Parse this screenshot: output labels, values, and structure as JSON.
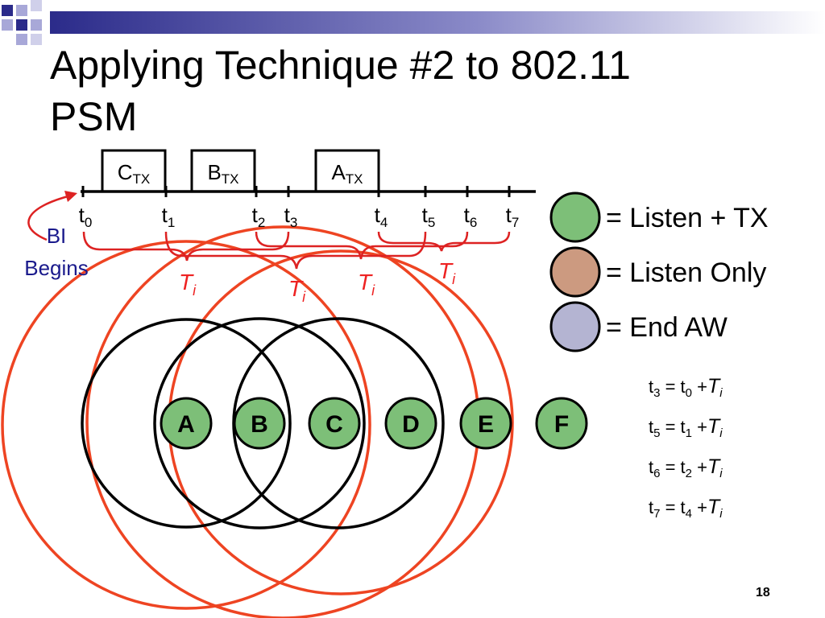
{
  "slide": {
    "title_line1": "Applying Technique #2 to 802.11",
    "title_line2": "PSM",
    "page_number": "18"
  },
  "timeline": {
    "ticks": [
      {
        "base": "t",
        "sub": "0"
      },
      {
        "base": "t",
        "sub": "1"
      },
      {
        "base": "t",
        "sub": "2"
      },
      {
        "base": "t",
        "sub": "3"
      },
      {
        "base": "t",
        "sub": "4"
      },
      {
        "base": "t",
        "sub": "5"
      },
      {
        "base": "t",
        "sub": "6"
      },
      {
        "base": "t",
        "sub": "7"
      }
    ],
    "tx_boxes": [
      {
        "base": "C",
        "sub": "TX"
      },
      {
        "base": "B",
        "sub": "TX"
      },
      {
        "base": "A",
        "sub": "TX"
      }
    ],
    "bi_label_line1": "BI",
    "bi_label_line2": "Begins",
    "interval_label": {
      "base": "T",
      "sub": "i"
    }
  },
  "nodes": [
    "A",
    "B",
    "C",
    "D",
    "E",
    "F"
  ],
  "legend": [
    {
      "label": "= Listen + TX",
      "color": "#7dbf78"
    },
    {
      "label": "= Listen Only",
      "color": "#cc9a80"
    },
    {
      "label": "= End AW",
      "color": "#b4b4d2"
    }
  ],
  "equations": [
    {
      "lhs_sub": "3",
      "rhs_sub": "0"
    },
    {
      "lhs_sub": "5",
      "rhs_sub": "1"
    },
    {
      "lhs_sub": "6",
      "rhs_sub": "2"
    },
    {
      "lhs_sub": "7",
      "rhs_sub": "4"
    }
  ],
  "equation_parts": {
    "t": "t",
    "eq": " = ",
    "plus": " +",
    "T": "T",
    "i": "i"
  },
  "colors": {
    "header_bar": "#2b2b8a",
    "accent_red": "#ee4422",
    "bracket_red": "#dd2222",
    "navy_text": "#1a1a8c",
    "node_green": "#7dbf78"
  }
}
